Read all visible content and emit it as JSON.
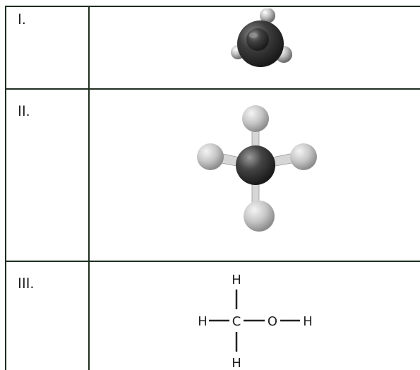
{
  "rows": [
    {
      "label": "I."
    },
    {
      "label": "II."
    },
    {
      "label": "III."
    }
  ],
  "structural_formula": {
    "top": "H",
    "left": "H",
    "center": "C",
    "oxygen": "O",
    "right": "H",
    "bottom": "H"
  },
  "colors": {
    "border": "#1f2e1f",
    "carbon": "#3a3a3a",
    "hydrogen": "#cfcfcf",
    "bond": "#d8d8d8"
  }
}
